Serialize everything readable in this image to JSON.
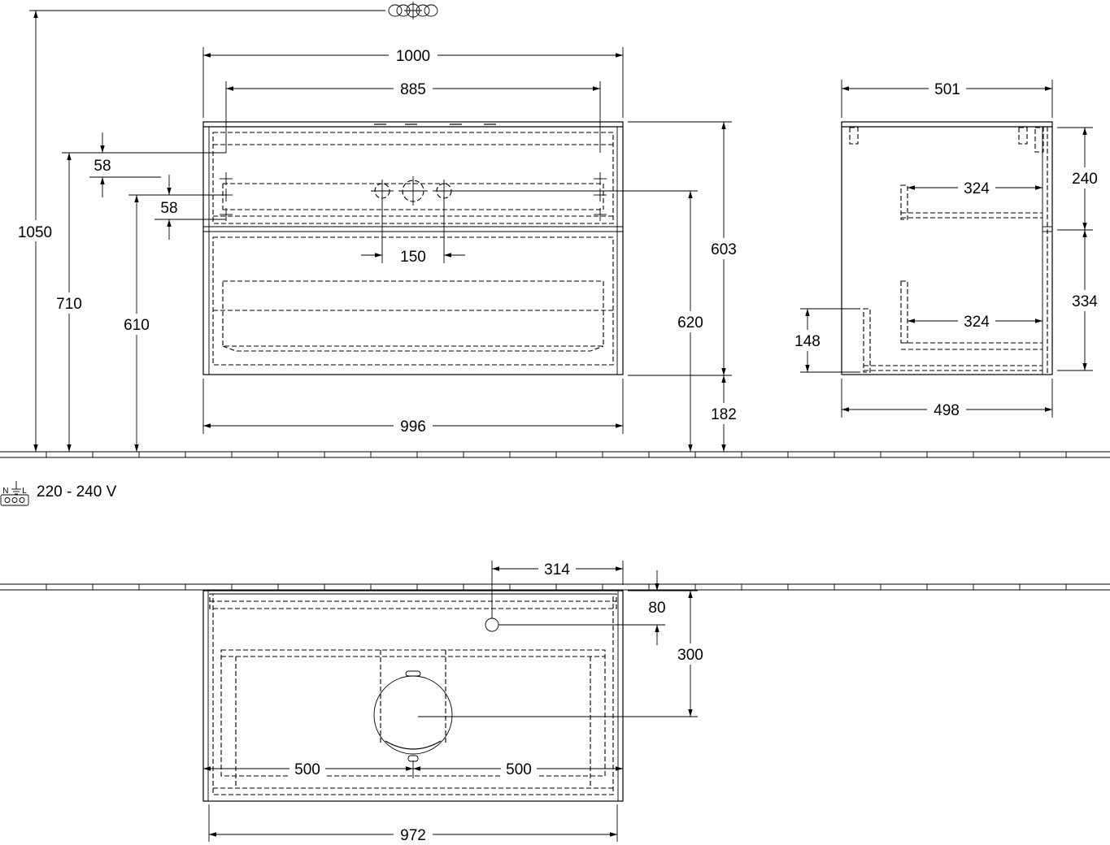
{
  "front_view": {
    "total_height": "1050",
    "width_top": "1000",
    "width_inner": "885",
    "offset_upper": "58",
    "offset_lower": "58",
    "height_710": "710",
    "height_610": "610",
    "tap_spacing": "150",
    "cabinet_height": "603",
    "tap_height": "620",
    "plinth_height": "182",
    "width_bottom": "996"
  },
  "side_view": {
    "depth_top": "501",
    "upper_drawer_height": "240",
    "upper_drawer_depth": "324",
    "lower_drawer_height": "334",
    "lower_drawer_depth": "324",
    "side_148": "148",
    "depth_bottom": "498"
  },
  "electrical": {
    "socket_labels": "N L",
    "voltage": "220 - 240 V"
  },
  "top_view": {
    "socket_offset": "314",
    "socket_depth": "80",
    "drain_depth": "300",
    "drain_left": "500",
    "drain_right": "500",
    "inner_width": "972"
  }
}
